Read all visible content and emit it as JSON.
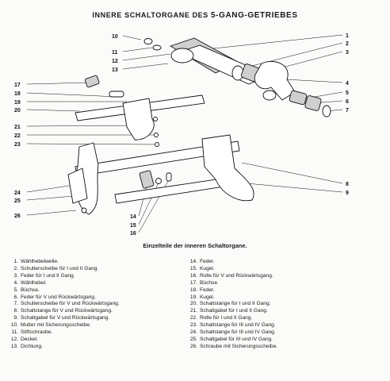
{
  "title": {
    "prefix": "INNERE SCHALTORGANE DES",
    "emphasis": "5-GANG-GETRIEBES"
  },
  "caption": "Einzelteile der inneren Schaltorgane.",
  "callouts": {
    "n1": "1",
    "n2": "2",
    "n3": "3",
    "n4": "4",
    "n5": "5",
    "n6": "6",
    "n7": "7",
    "n8": "8",
    "n9": "9",
    "n10": "10",
    "n11": "11",
    "n12": "12",
    "n13": "13",
    "n14": "14",
    "n15": "15",
    "n16": "16",
    "n17": "17",
    "n18": "18",
    "n19": "19",
    "n20": "20",
    "n21": "21",
    "n22": "22",
    "n23": "23",
    "n24": "24",
    "n25": "25",
    "n26": "26"
  },
  "legend_left": [
    {
      "num": "1.",
      "text": "Wählhebelwelle."
    },
    {
      "num": "2.",
      "text": "Schulterscheibe für I und II Gang."
    },
    {
      "num": "3.",
      "text": "Feder für I und II Gang."
    },
    {
      "num": "4.",
      "text": "Wählhebel."
    },
    {
      "num": "5.",
      "text": "Büchse."
    },
    {
      "num": "6.",
      "text": "Feder für V und Rückwärtsgang."
    },
    {
      "num": "7.",
      "text": "Schulterscheibe für V und Rückwärtsgang."
    },
    {
      "num": "8.",
      "text": "Schaltstange für V und Rückwärtsgang."
    },
    {
      "num": "9.",
      "text": "Schaltgabel für V und Rückwärtsgang."
    },
    {
      "num": "10.",
      "text": "Mutter mit Sicherungsscheibe."
    },
    {
      "num": "11.",
      "text": "Stiftschraube."
    },
    {
      "num": "12.",
      "text": "Deckel."
    },
    {
      "num": "13.",
      "text": "Dichtung."
    }
  ],
  "legend_right": [
    {
      "num": "14.",
      "text": "Feder."
    },
    {
      "num": "15.",
      "text": "Kugel."
    },
    {
      "num": "16.",
      "text": "Rolle für V und Rückwärtsgang."
    },
    {
      "num": "17.",
      "text": "Büchse."
    },
    {
      "num": "18.",
      "text": "Feder."
    },
    {
      "num": "19.",
      "text": "Kugel."
    },
    {
      "num": "20.",
      "text": "Schaltstange für I und II Gang."
    },
    {
      "num": "21.",
      "text": "Schaltgabel für I und II Gang."
    },
    {
      "num": "22.",
      "text": "Rolle für I und II Gang."
    },
    {
      "num": "23.",
      "text": "Schaltstange für III und IV Gang."
    },
    {
      "num": "24.",
      "text": "Schaltstange für III und IV Gang."
    },
    {
      "num": "25.",
      "text": "Schaltgabel für III und IV Gang."
    },
    {
      "num": "26.",
      "text": "Schraube mit Sicherungsscheibe."
    }
  ]
}
